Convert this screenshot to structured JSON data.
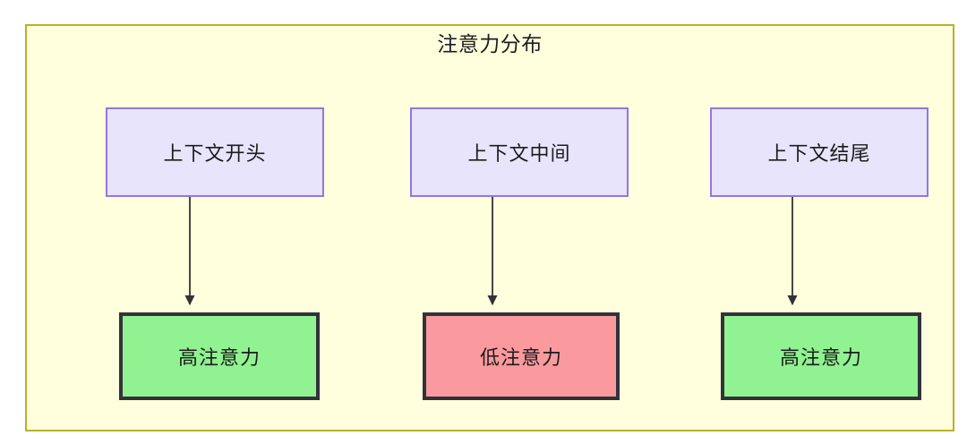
{
  "diagram": {
    "title": "注意力分布",
    "background_color": "#ffffde",
    "border_color": "#bbb028",
    "nodes": {
      "context": [
        {
          "id": "context-start",
          "label": "上下文开头",
          "fill": "#e7e4fb",
          "stroke": "#9675e0"
        },
        {
          "id": "context-middle",
          "label": "上下文中间",
          "fill": "#e7e4fb",
          "stroke": "#9675e0"
        },
        {
          "id": "context-end",
          "label": "上下文结尾",
          "fill": "#e7e4fb",
          "stroke": "#9675e0"
        }
      ],
      "attention": [
        {
          "id": "attention-high-start",
          "label": "高注意力",
          "fill": "#90f291",
          "stroke": "#32323a"
        },
        {
          "id": "attention-low-middle",
          "label": "低注意力",
          "fill": "#fa9a9e",
          "stroke": "#32323a"
        },
        {
          "id": "attention-high-end",
          "label": "高注意力",
          "fill": "#90f291",
          "stroke": "#32323a"
        }
      ]
    },
    "edges": [
      {
        "from": "context-start",
        "to": "attention-high-start",
        "arrow": "down-arrow"
      },
      {
        "from": "context-middle",
        "to": "attention-low-middle",
        "arrow": "down-arrow"
      },
      {
        "from": "context-end",
        "to": "attention-high-end",
        "arrow": "down-arrow"
      }
    ],
    "edge_color": "#333333"
  }
}
